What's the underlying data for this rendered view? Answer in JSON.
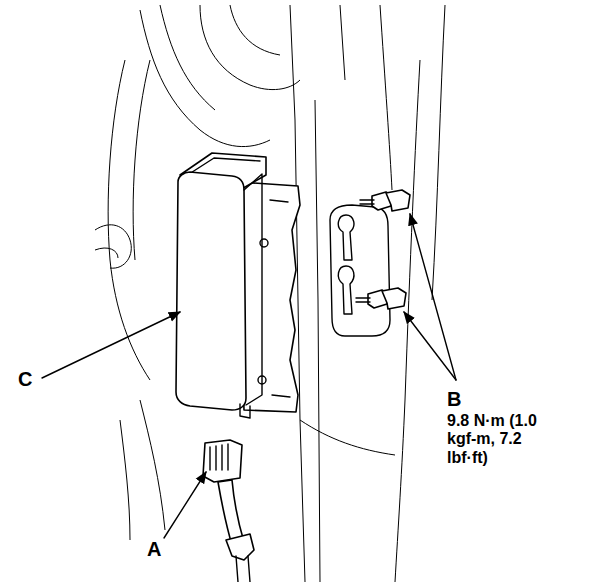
{
  "diagram": {
    "labels": [
      "C",
      "B",
      "9.8 N·m (1.0 kgf-m, 7.2 lbf·ft)",
      "A"
    ]
  }
}
